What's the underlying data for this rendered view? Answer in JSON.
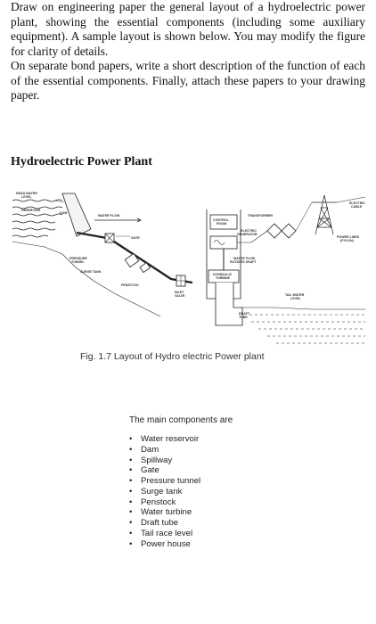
{
  "intro": {
    "paragraph1": "Draw on engineering paper the general layout of a hydroelectric power plant, showing the essential components (including some auxiliary equipment). A sample layout is shown below. You may modify the figure for clarity of details.",
    "paragraph2": "On separate bond papers, write a short description of the function of each of the essential components. Finally, attach these papers to your drawing paper."
  },
  "section_title": "Hydroelectric Power Plant",
  "figure": {
    "labels": {
      "head_water_level_1": "HEAD WATER",
      "head_water_level_2": "LEVEL",
      "reservoir": "RESERVOIR",
      "dam": "DAM",
      "water_flow": "WATER FLOW",
      "gate": "GATE",
      "pressure_tunnel_1": "PRESSURE",
      "pressure_tunnel_2": "TUNNEL",
      "surge_tank": "SURGE TANK",
      "penstock": "PENSTOCK",
      "inlet_valve_1": "INLET",
      "inlet_valve_2": "VALVE",
      "control_room_1": "CONTROL",
      "control_room_2": "ROOM",
      "transformer": "TRANSFORMER",
      "electric_cable_1": "ELECTRIC",
      "electric_cable_2": "CABLE",
      "power_lines_1": "POWER LINES",
      "power_lines_2": "(PYLON)",
      "electric_generator_1": "ELECTRIC",
      "electric_generator_2": "GENERATOR",
      "water_flow_rotates_1": "WATER FLOW",
      "water_flow_rotates_2": "ROTATES SHAFT",
      "hydraulic_turbine_1": "HYDRAULIC",
      "hydraulic_turbine_2": "TURBINE",
      "tail_water_level_1": "TAIL WATER",
      "tail_water_level_2": "LEVEL",
      "draft_tube_1": "DRAFT",
      "draft_tube_2": "TUBE"
    },
    "caption": "Fig. 1.7 Layout of Hydro electric Power plant"
  },
  "components": {
    "heading": "The main components are",
    "bullet": "•",
    "items": [
      "Water reservoir",
      "Dam",
      "Spillway",
      "Gate",
      "Pressure tunnel",
      "Surge tank",
      "Penstock",
      "Water turbine",
      "Draft tube",
      "Tail race level",
      "Power house"
    ]
  }
}
